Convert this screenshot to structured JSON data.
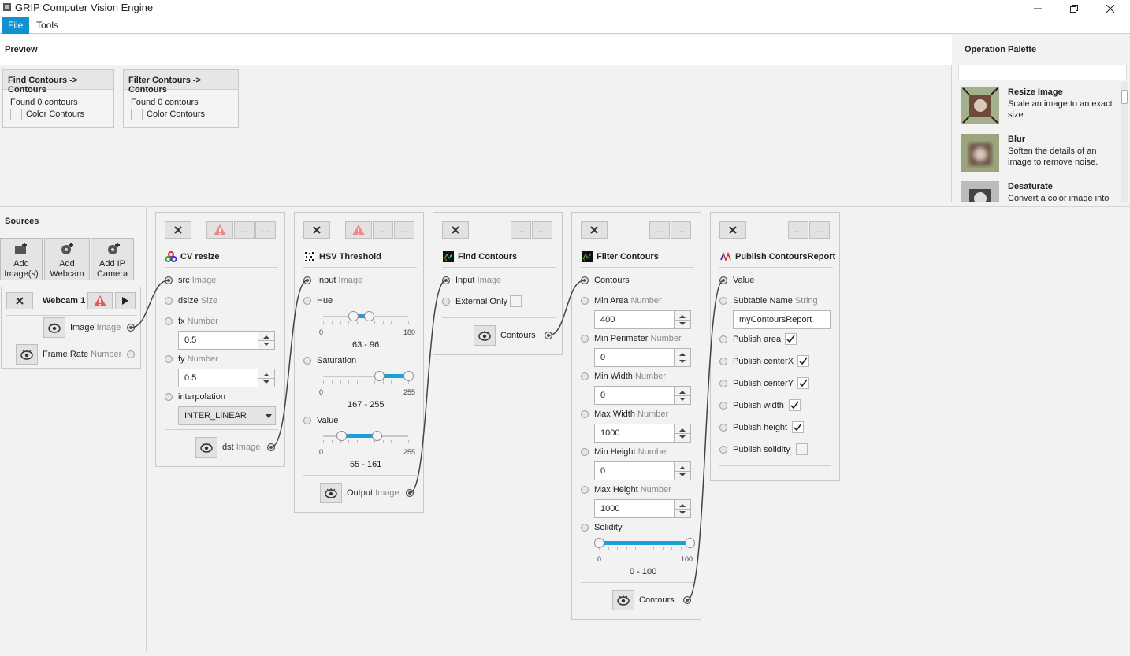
{
  "window": {
    "title": "GRIP Computer Vision Engine",
    "controls": [
      "minimize",
      "restore",
      "close"
    ]
  },
  "menu": {
    "file": "File",
    "tools": "Tools"
  },
  "preview": {
    "title": "Preview",
    "cards": [
      {
        "title": "Find Contours -> Contours",
        "text": "Found 0 contours",
        "checkbox_label": "Color Contours",
        "checked": false
      },
      {
        "title": "Filter Contours -> Contours",
        "text": "Found 0 contours",
        "checkbox_label": "Color Contours",
        "checked": false
      }
    ]
  },
  "palette": {
    "title": "Operation Palette",
    "search_value": "",
    "items": [
      {
        "name": "Resize Image",
        "desc": "Scale an image to an exact size"
      },
      {
        "name": "Blur",
        "desc": "Soften the details of an image to remove noise."
      },
      {
        "name": "Desaturate",
        "desc": "Convert a color image into"
      }
    ]
  },
  "sources": {
    "title": "Sources",
    "buttons": [
      {
        "line1": "Add",
        "line2": "Image(s)"
      },
      {
        "line1": "Add",
        "line2": "Webcam"
      },
      {
        "line1": "Add IP",
        "line2": "Camera"
      }
    ],
    "webcam": {
      "name": "Webcam 1",
      "outputs": [
        {
          "label": "Image",
          "type": "Image"
        },
        {
          "label": "Frame Rate",
          "type": "Number"
        }
      ]
    }
  },
  "steps": {
    "cv_resize": {
      "title": "CV resize",
      "src": {
        "label": "src",
        "type": "Image"
      },
      "dsize": {
        "label": "dsize",
        "type": "Size"
      },
      "fx": {
        "label": "fx",
        "type": "Number",
        "value": "0.5"
      },
      "fy": {
        "label": "fy",
        "type": "Number",
        "value": "0.5"
      },
      "interpolation": {
        "label": "interpolation",
        "value": "INTER_LINEAR"
      },
      "dst": {
        "label": "dst",
        "type": "Image"
      }
    },
    "hsv": {
      "title": "HSV Threshold",
      "input": {
        "label": "Input",
        "type": "Image"
      },
      "hue": {
        "label": "Hue",
        "min": "0",
        "max": "180",
        "range": "63 - 96",
        "low": 63,
        "high": 96,
        "scale": 180
      },
      "sat": {
        "label": "Saturation",
        "min": "0",
        "max": "255",
        "range": "167 - 255",
        "low": 167,
        "high": 255,
        "scale": 255
      },
      "val": {
        "label": "Value",
        "min": "0",
        "max": "255",
        "range": "55 - 161",
        "low": 55,
        "high": 161,
        "scale": 255
      },
      "output": {
        "label": "Output",
        "type": "Image"
      }
    },
    "find": {
      "title": "Find Contours",
      "input": {
        "label": "Input",
        "type": "Image"
      },
      "external": {
        "label": "External Only"
      },
      "output": {
        "label": "Contours"
      }
    },
    "filter": {
      "title": "Filter Contours",
      "contours": {
        "label": "Contours"
      },
      "min_area": {
        "label": "Min Area",
        "type": "Number",
        "value": "400"
      },
      "min_perimeter": {
        "label": "Min Perimeter",
        "type": "Number",
        "value": "0"
      },
      "min_width": {
        "label": "Min Width",
        "type": "Number",
        "value": "0"
      },
      "max_width": {
        "label": "Max Width",
        "type": "Number",
        "value": "1000"
      },
      "min_height": {
        "label": "Min Height",
        "type": "Number",
        "value": "0"
      },
      "max_height": {
        "label": "Max Height",
        "type": "Number",
        "value": "1000"
      },
      "solidity": {
        "label": "Solidity",
        "min": "0",
        "max": "100",
        "range": "0 - 100",
        "low": 0,
        "high": 100,
        "scale": 100
      },
      "output": {
        "label": "Contours"
      }
    },
    "publish": {
      "title": "Publish ContoursReport",
      "value": {
        "label": "Value"
      },
      "subtable": {
        "label": "Subtable Name",
        "type": "String",
        "value": "myContoursReport"
      },
      "checks": [
        {
          "label": "Publish area",
          "checked": true
        },
        {
          "label": "Publish centerX",
          "checked": true
        },
        {
          "label": "Publish centerY",
          "checked": true
        },
        {
          "label": "Publish width",
          "checked": true
        },
        {
          "label": "Publish height",
          "checked": true
        },
        {
          "label": "Publish solidity",
          "checked": false
        }
      ]
    }
  },
  "colors": {
    "accent": "#1a9fd8",
    "menu_active": "#0f90d0",
    "warning": "#e05a5a"
  }
}
